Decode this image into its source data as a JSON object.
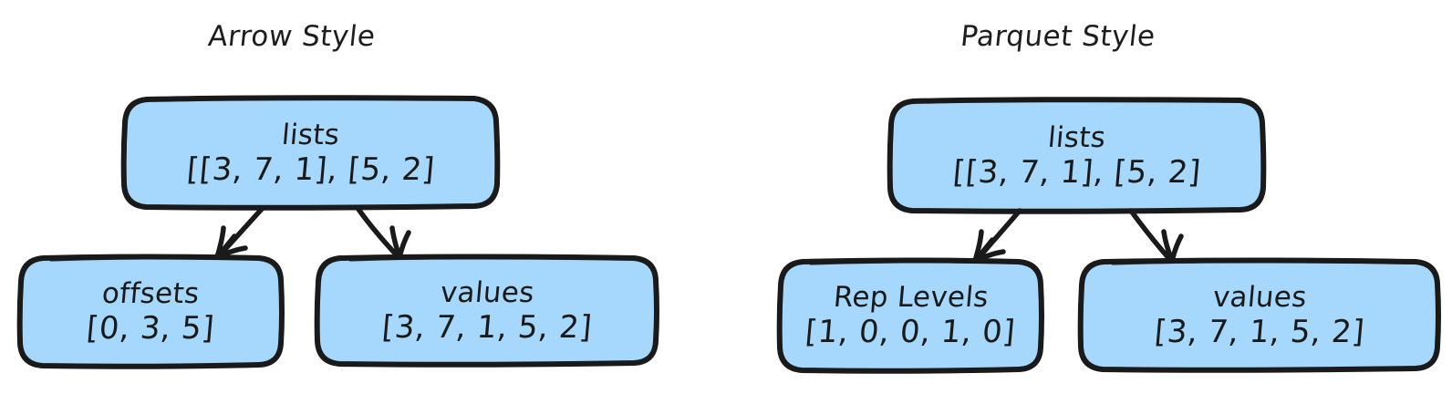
{
  "theme": {
    "background": "#ffffff",
    "node_fill": "#a5d8fc",
    "node_stroke": "#1a1a1a",
    "text_color": "#1a1a1a",
    "arrow_color": "#1a1a1a"
  },
  "diagram": {
    "type": "comparison-tree-diagram",
    "panels": [
      {
        "id": "arrow-style",
        "title": "Arrow Style",
        "root": {
          "id": "arrow-lists",
          "label": "lists",
          "value": "[[3, 7, 1], [5, 2]"
        },
        "children": [
          {
            "id": "arrow-offsets",
            "label": "offsets",
            "value": "[0, 3, 5]"
          },
          {
            "id": "arrow-values",
            "label": "values",
            "value": "[3, 7, 1, 5, 2]"
          }
        ],
        "edges": [
          {
            "from": "arrow-lists",
            "to": "arrow-offsets"
          },
          {
            "from": "arrow-lists",
            "to": "arrow-values"
          }
        ]
      },
      {
        "id": "parquet-style",
        "title": "Parquet Style",
        "root": {
          "id": "parquet-lists",
          "label": "lists",
          "value": "[[3, 7, 1], [5, 2]"
        },
        "children": [
          {
            "id": "parquet-rep-levels",
            "label": "Rep Levels",
            "value": "[1, 0, 0, 1, 0]"
          },
          {
            "id": "parquet-values",
            "label": "values",
            "value": "[3, 7, 1, 5, 2]"
          }
        ],
        "edges": [
          {
            "from": "parquet-lists",
            "to": "parquet-rep-levels"
          },
          {
            "from": "parquet-lists",
            "to": "parquet-values"
          }
        ]
      }
    ]
  }
}
